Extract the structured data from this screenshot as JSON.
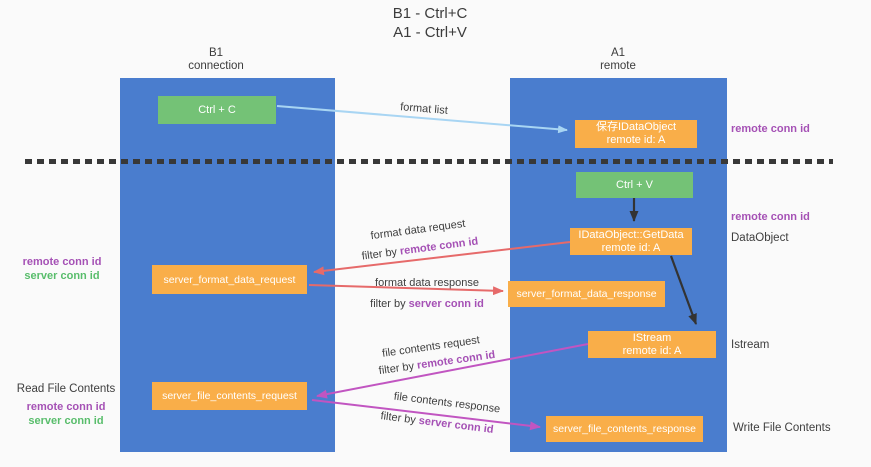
{
  "title": {
    "line1": "B1 - Ctrl+C",
    "line2": "A1 - Ctrl+V"
  },
  "lanes": {
    "left": {
      "title": "B1",
      "subtitle": "connection"
    },
    "right": {
      "title": "A1",
      "subtitle": "remote"
    }
  },
  "nodes": {
    "ctrl_c": {
      "label": "Ctrl + C"
    },
    "ctrl_v": {
      "label": "Ctrl + V"
    },
    "save_idataobject": {
      "line1": "保存IDataObject",
      "line2": "remote id: A"
    },
    "idataobject_getdata": {
      "line1": "IDataObject::GetData",
      "line2": "remote id: A"
    },
    "istream": {
      "line1": "IStream",
      "line2": "remote id: A"
    },
    "server_format_data_request": {
      "label": "server_format_data_request"
    },
    "server_format_data_response": {
      "label": "server_format_data_response"
    },
    "server_file_contents_request": {
      "label": "server_file_contents_request"
    },
    "server_file_contents_response": {
      "label": "server_file_contents_response"
    }
  },
  "flow_labels": {
    "format_list": "format list",
    "format_data_request": "format data request",
    "format_data_request_filter": {
      "prefix": "filter by ",
      "highlight": "remote conn id"
    },
    "format_data_response": "format data response",
    "format_data_response_filter": {
      "prefix": "filter by ",
      "highlight": "server conn id"
    },
    "file_contents_request": "file contents request",
    "file_contents_request_filter": {
      "prefix": "filter by ",
      "highlight": "remote conn id"
    },
    "file_contents_response": "file contents response",
    "file_contents_response_filter": {
      "prefix": "filter by ",
      "highlight": "server conn id"
    }
  },
  "side_labels": {
    "remote_conn_id_top": "remote conn id",
    "remote_conn_id_mid": "remote conn id",
    "dataobject": "DataObject",
    "istream": "Istream",
    "write_file_contents": "Write File Contents",
    "read_file_contents": "Read File Contents",
    "left_remote_conn_id_1": "remote conn id",
    "left_server_conn_id_1": "server conn id",
    "left_remote_conn_id_2": "remote conn id",
    "left_server_conn_id_2": "server conn id"
  },
  "colors": {
    "lane_blue": "#4a7dce",
    "node_green": "#74c276",
    "node_orange": "#f9ae49",
    "arrow_lightblue": "#a8d5f3",
    "arrow_red": "#e66a6a",
    "arrow_magenta": "#c155c1",
    "arrow_black": "#333333",
    "text_purple": "#a551b5",
    "text_green": "#58bd6b",
    "text_dark": "#3e3e3e",
    "background": "#fafafa"
  }
}
